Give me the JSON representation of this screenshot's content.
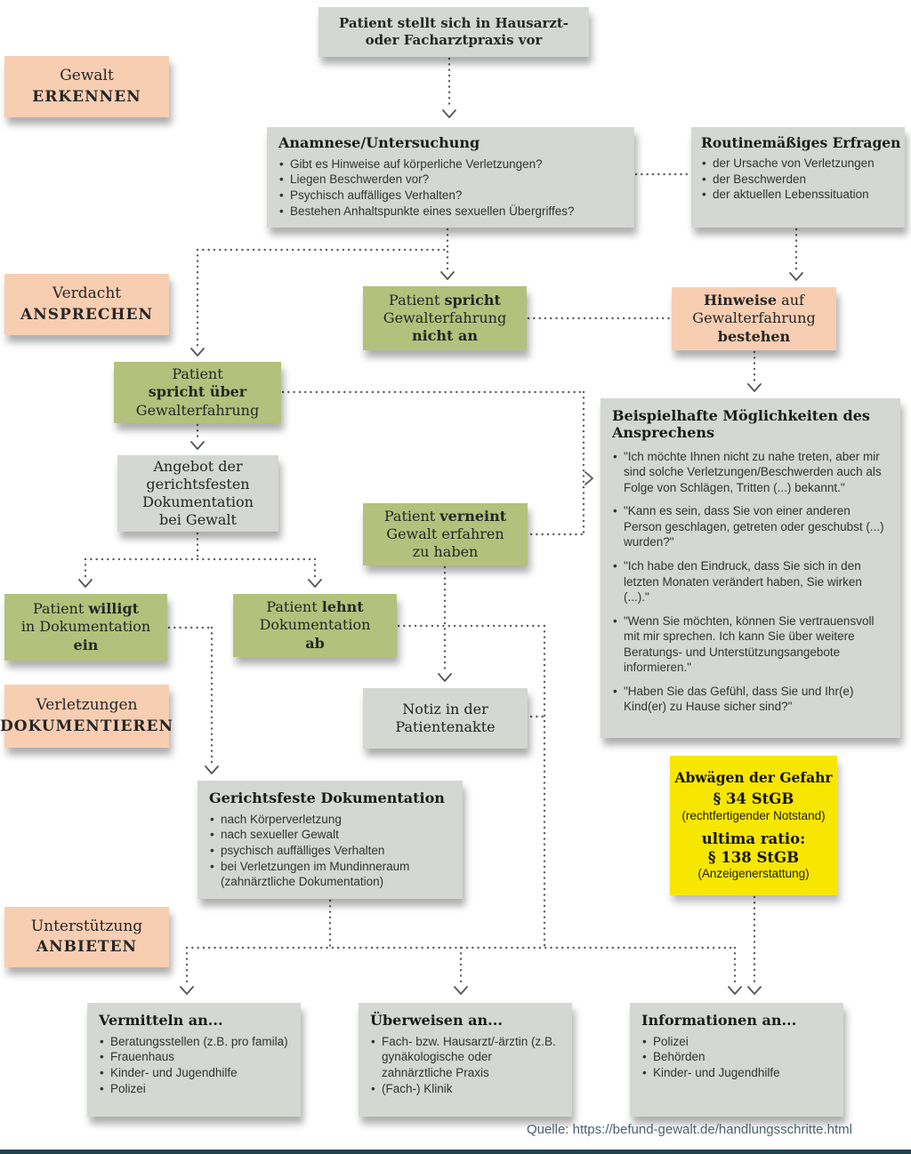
{
  "source": {
    "label": "Quelle: https://befund-gewalt.de/handlungsschritte.html"
  },
  "colors": {
    "stage_salmon": "#f8ceb2",
    "node_gray": "#d4d7d2",
    "node_green": "#b4c17c",
    "highlight_yellow": "#f7e600",
    "connector_gray": "#4d4d4d",
    "footer_bar": "#20424f"
  },
  "stages": {
    "erkennen": {
      "line1": "Gewalt",
      "line2": "ERKENNEN"
    },
    "ansprechen": {
      "line1": "Verdacht",
      "line2": "ANSPRECHEN"
    },
    "dokumentieren": {
      "line1": "Verletzungen",
      "line2": "DOKUMENTIEREN"
    },
    "anbieten": {
      "line1": "Unterstützung",
      "line2": "ANBIETEN"
    }
  },
  "nodes": {
    "start": {
      "line1": "Patient stellt sich in Hausarzt-",
      "line2": "oder Facharztpraxis vor"
    },
    "anamnese": {
      "title": "Anamnese/Untersuchung",
      "items": [
        "Gibt es Hinweise auf körperliche Verletzungen?",
        "Liegen Beschwerden vor?",
        "Psychisch auffälliges Verhalten?",
        "Bestehen Anhaltspunkte eines sexuellen Übergriffes?"
      ]
    },
    "routine": {
      "title": "Routinemäßiges Erfragen",
      "items": [
        "der Ursache von Verletzungen",
        "der Beschwerden",
        "der aktuellen Lebenssituation"
      ]
    },
    "spricht_nicht_an": {
      "l1_a": "Patient ",
      "l1_b": "spricht",
      "l2": "Gewalterfahrung",
      "l3_b": "nicht an"
    },
    "hinweise": {
      "l1_b": "Hinweise",
      "l1_a": " auf",
      "l2": "Gewalterfahrung",
      "l3_b": "bestehen"
    },
    "spricht_ueber": {
      "l1": "Patient",
      "l2_b": "spricht über",
      "l3": "Gewalterfahrung"
    },
    "angebot": {
      "l1": "Angebot der",
      "l2": "gerichtsfesten",
      "l3": "Dokumentation",
      "l4": "bei Gewalt"
    },
    "verneint": {
      "l1_a": "Patient ",
      "l1_b": "verneint",
      "l2": "Gewalt erfahren",
      "l3": "zu haben"
    },
    "willigt": {
      "l1_a": "Patient ",
      "l1_b": "willigt",
      "l2": "in Dokumentation",
      "l3_b": "ein"
    },
    "lehnt": {
      "l1_a": "Patient ",
      "l1_b": "lehnt",
      "l2": "Dokumentation",
      "l3_b": "ab"
    },
    "beispiele": {
      "title": "Beispielhafte Möglichkeiten des Ansprechens",
      "items": [
        "\"Ich möchte Ihnen nicht zu nahe treten, aber mir sind solche Verletzungen/Beschwerden auch als Folge von Schlägen, Tritten (...) bekannt.\"",
        "\"Kann es sein, dass Sie von einer anderen Person geschlagen, getreten oder geschubst (...) wurden?\"",
        "\"Ich habe den Eindruck, dass Sie sich in den letzten Monaten verändert haben, Sie wirken (...).\"",
        "\"Wenn Sie möchten, können Sie vertrauensvoll mit mir sprechen. Ich kann Sie über weitere Beratungs- und Unterstützungsangebote informieren.\"",
        "\"Haben Sie das Gefühl, dass Sie und Ihr(e) Kind(er) zu Hause sicher sind?\""
      ]
    },
    "notiz": {
      "l1": "Notiz in der",
      "l2": "Patientenakte"
    },
    "gerichtsfest": {
      "title": "Gerichtsfeste Dokumentation",
      "items": [
        "nach Körperverletzung",
        "nach sexueller Gewalt",
        "psychisch auffälliges Verhalten",
        "bei Verletzungen im Mundinneraum (zahnärztliche Dokumentation)"
      ]
    },
    "abwaegen": {
      "title": "Abwägen der Gefahr",
      "law1": "§ 34 StGB",
      "law1_note": "(rechtfertigender Notstand)",
      "ultima": "ultima ratio:",
      "law2": "§ 138 StGB",
      "law2_note": "(Anzeigenerstattung)"
    },
    "vermitteln": {
      "title": "Vermitteln an...",
      "items": [
        "Beratungsstellen (z.B. pro famila)",
        "Frauenhaus",
        "Kinder- und Jugendhilfe",
        "Polizei"
      ]
    },
    "ueberweisen": {
      "title": "Überweisen an...",
      "items": [
        "Fach- bzw. Hausarzt/-ärztin (z.B. gynäkologische oder zahnärztliche Praxis",
        "(Fach-) Klinik"
      ]
    },
    "informationen": {
      "title": "Informationen an...",
      "items": [
        "Polizei",
        "Behörden",
        "Kinder- und Jugendhilfe"
      ]
    }
  }
}
